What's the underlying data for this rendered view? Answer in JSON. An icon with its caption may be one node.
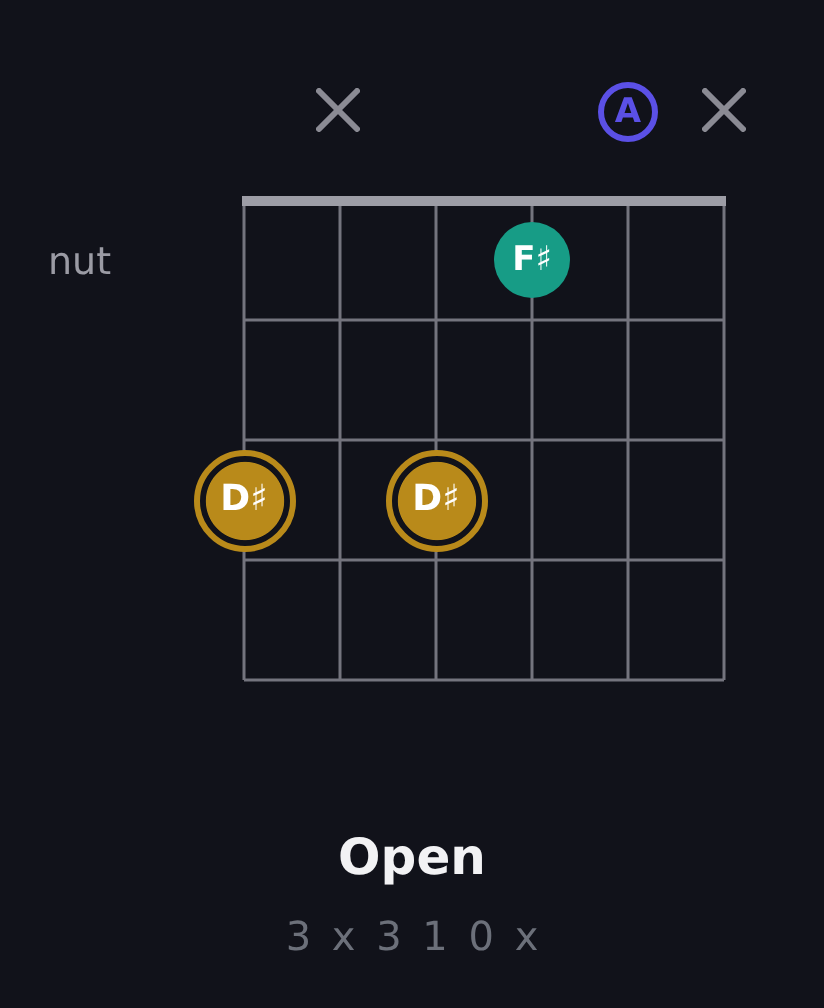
{
  "diagram": {
    "title": "Open",
    "nodes": [
      {
        "text": [
          "A"
        ]
      },
      {
        "text": [
          "F♯"
        ]
      },
      {
        "text": [
          "D♯"
        ]
      },
      {
        "text": [
          "D♯"
        ]
      }
    ],
    "labels": [
      "nut",
      "3 x 3 1 0 x"
    ]
  }
}
